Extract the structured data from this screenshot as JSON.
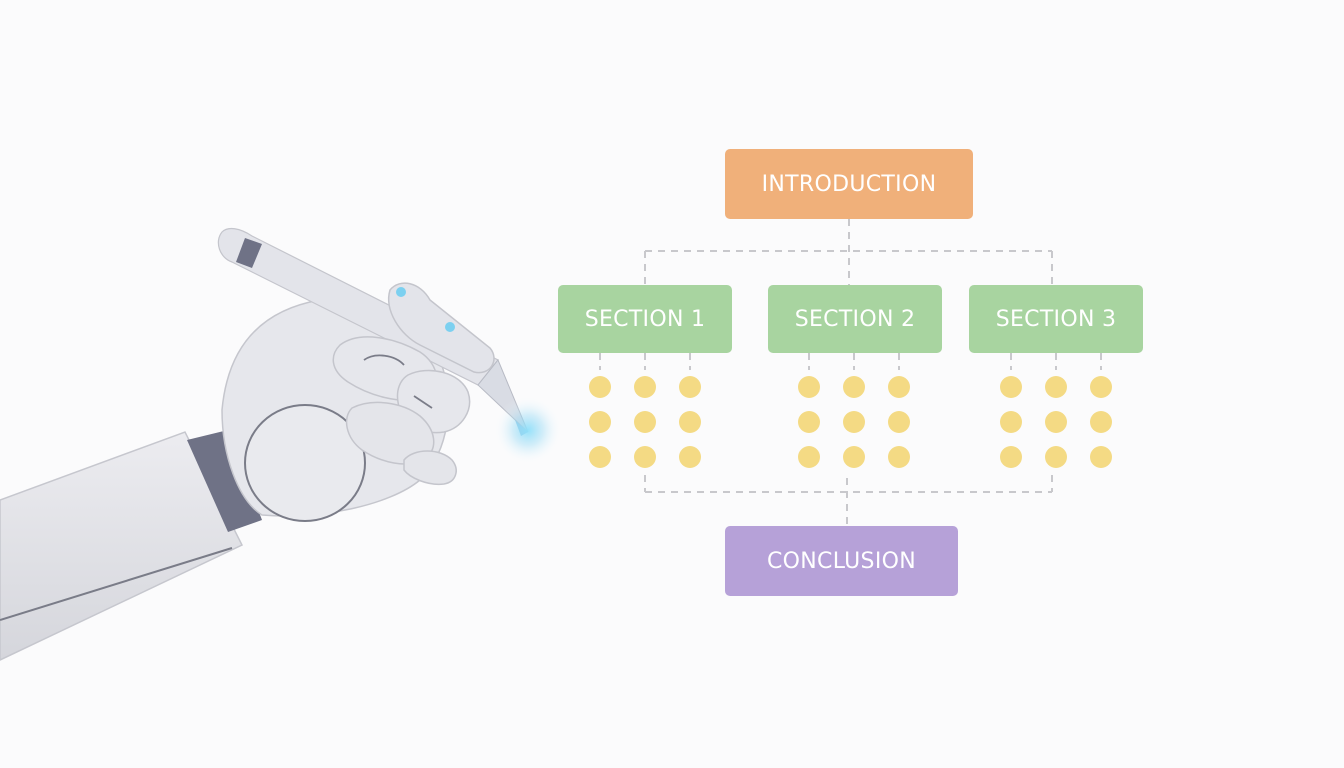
{
  "colors": {
    "background": "#fbfbfc",
    "introduction": "#f0b07a",
    "section": "#a8d4a0",
    "conclusion": "#b6a1d8",
    "dot": "#f4da84",
    "connector": "#c8c8cc",
    "pen_glow": "#7fd6f5"
  },
  "diagram": {
    "introduction": {
      "label": "INTRODUCTION"
    },
    "sections": [
      {
        "label": "SECTION 1",
        "dot_rows": 3,
        "dot_cols": 3
      },
      {
        "label": "SECTION 2",
        "dot_rows": 3,
        "dot_cols": 3
      },
      {
        "label": "SECTION 3",
        "dot_rows": 3,
        "dot_cols": 3
      }
    ],
    "conclusion": {
      "label": "CONCLUSION"
    }
  },
  "icons": {
    "robot_hand": "robot-hand-icon",
    "stylus": "stylus-pen-icon"
  }
}
